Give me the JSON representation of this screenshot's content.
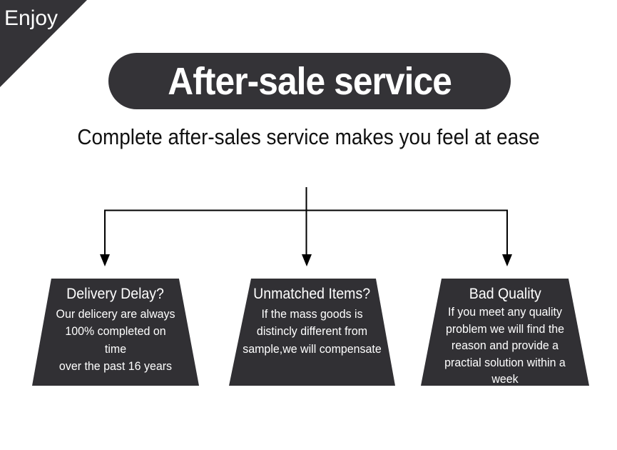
{
  "colors": {
    "dark": "#343337",
    "card": "#313034",
    "text_light": "#ffffff",
    "text_dark": "#111111",
    "background": "#ffffff",
    "line": "#000000"
  },
  "ribbon": {
    "label": "Enjoy"
  },
  "header": {
    "title": "After-sale service",
    "subtitle": "Complete after-sales service makes you feel at ease"
  },
  "cards": [
    {
      "title": "Delivery Delay?",
      "body_lines": [
        "Our delicery are always",
        "100% completed on time",
        "over the past 16 years"
      ]
    },
    {
      "title": "Unmatched Items?",
      "body_lines": [
        "If the mass goods is",
        "distincly different from",
        "sample,we will compensate"
      ]
    },
    {
      "title": "Bad Quality",
      "body_lines": [
        "If you meet any quality",
        "problem we will find the",
        "reason and provide a",
        "practial solution within a",
        "week"
      ]
    }
  ]
}
